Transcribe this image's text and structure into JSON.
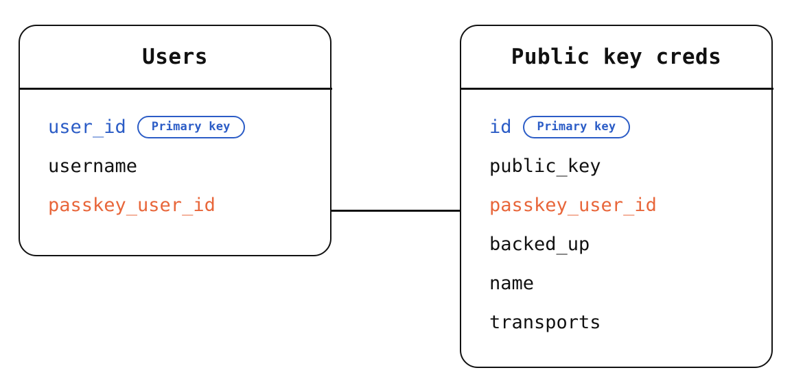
{
  "diagram": {
    "type": "entity-relationship",
    "background_color": "#ffffff",
    "border_color": "#111111",
    "primary_key_color": "#2B5CC6",
    "foreign_key_color": "#E8663A",
    "text_color": "#111111"
  },
  "entities": [
    {
      "id": "users",
      "title": "Users",
      "fields": [
        {
          "name": "user_id",
          "role": "pk",
          "badge": "Primary key"
        },
        {
          "name": "username",
          "role": "plain",
          "badge": null
        },
        {
          "name": "passkey_user_id",
          "role": "fk",
          "badge": null
        }
      ]
    },
    {
      "id": "public-key-creds",
      "title": "Public key creds",
      "fields": [
        {
          "name": "id",
          "role": "pk",
          "badge": "Primary key"
        },
        {
          "name": "public_key",
          "role": "plain",
          "badge": null
        },
        {
          "name": "passkey_user_id",
          "role": "fk",
          "badge": null
        },
        {
          "name": "backed_up",
          "role": "plain",
          "badge": null
        },
        {
          "name": "name",
          "role": "plain",
          "badge": null
        },
        {
          "name": "transports",
          "role": "plain",
          "badge": null
        }
      ]
    }
  ],
  "relationships": [
    {
      "from": "users",
      "to": "public-key-creds",
      "from_field": "passkey_user_id",
      "to_field": "passkey_user_id",
      "style": "line"
    }
  ]
}
